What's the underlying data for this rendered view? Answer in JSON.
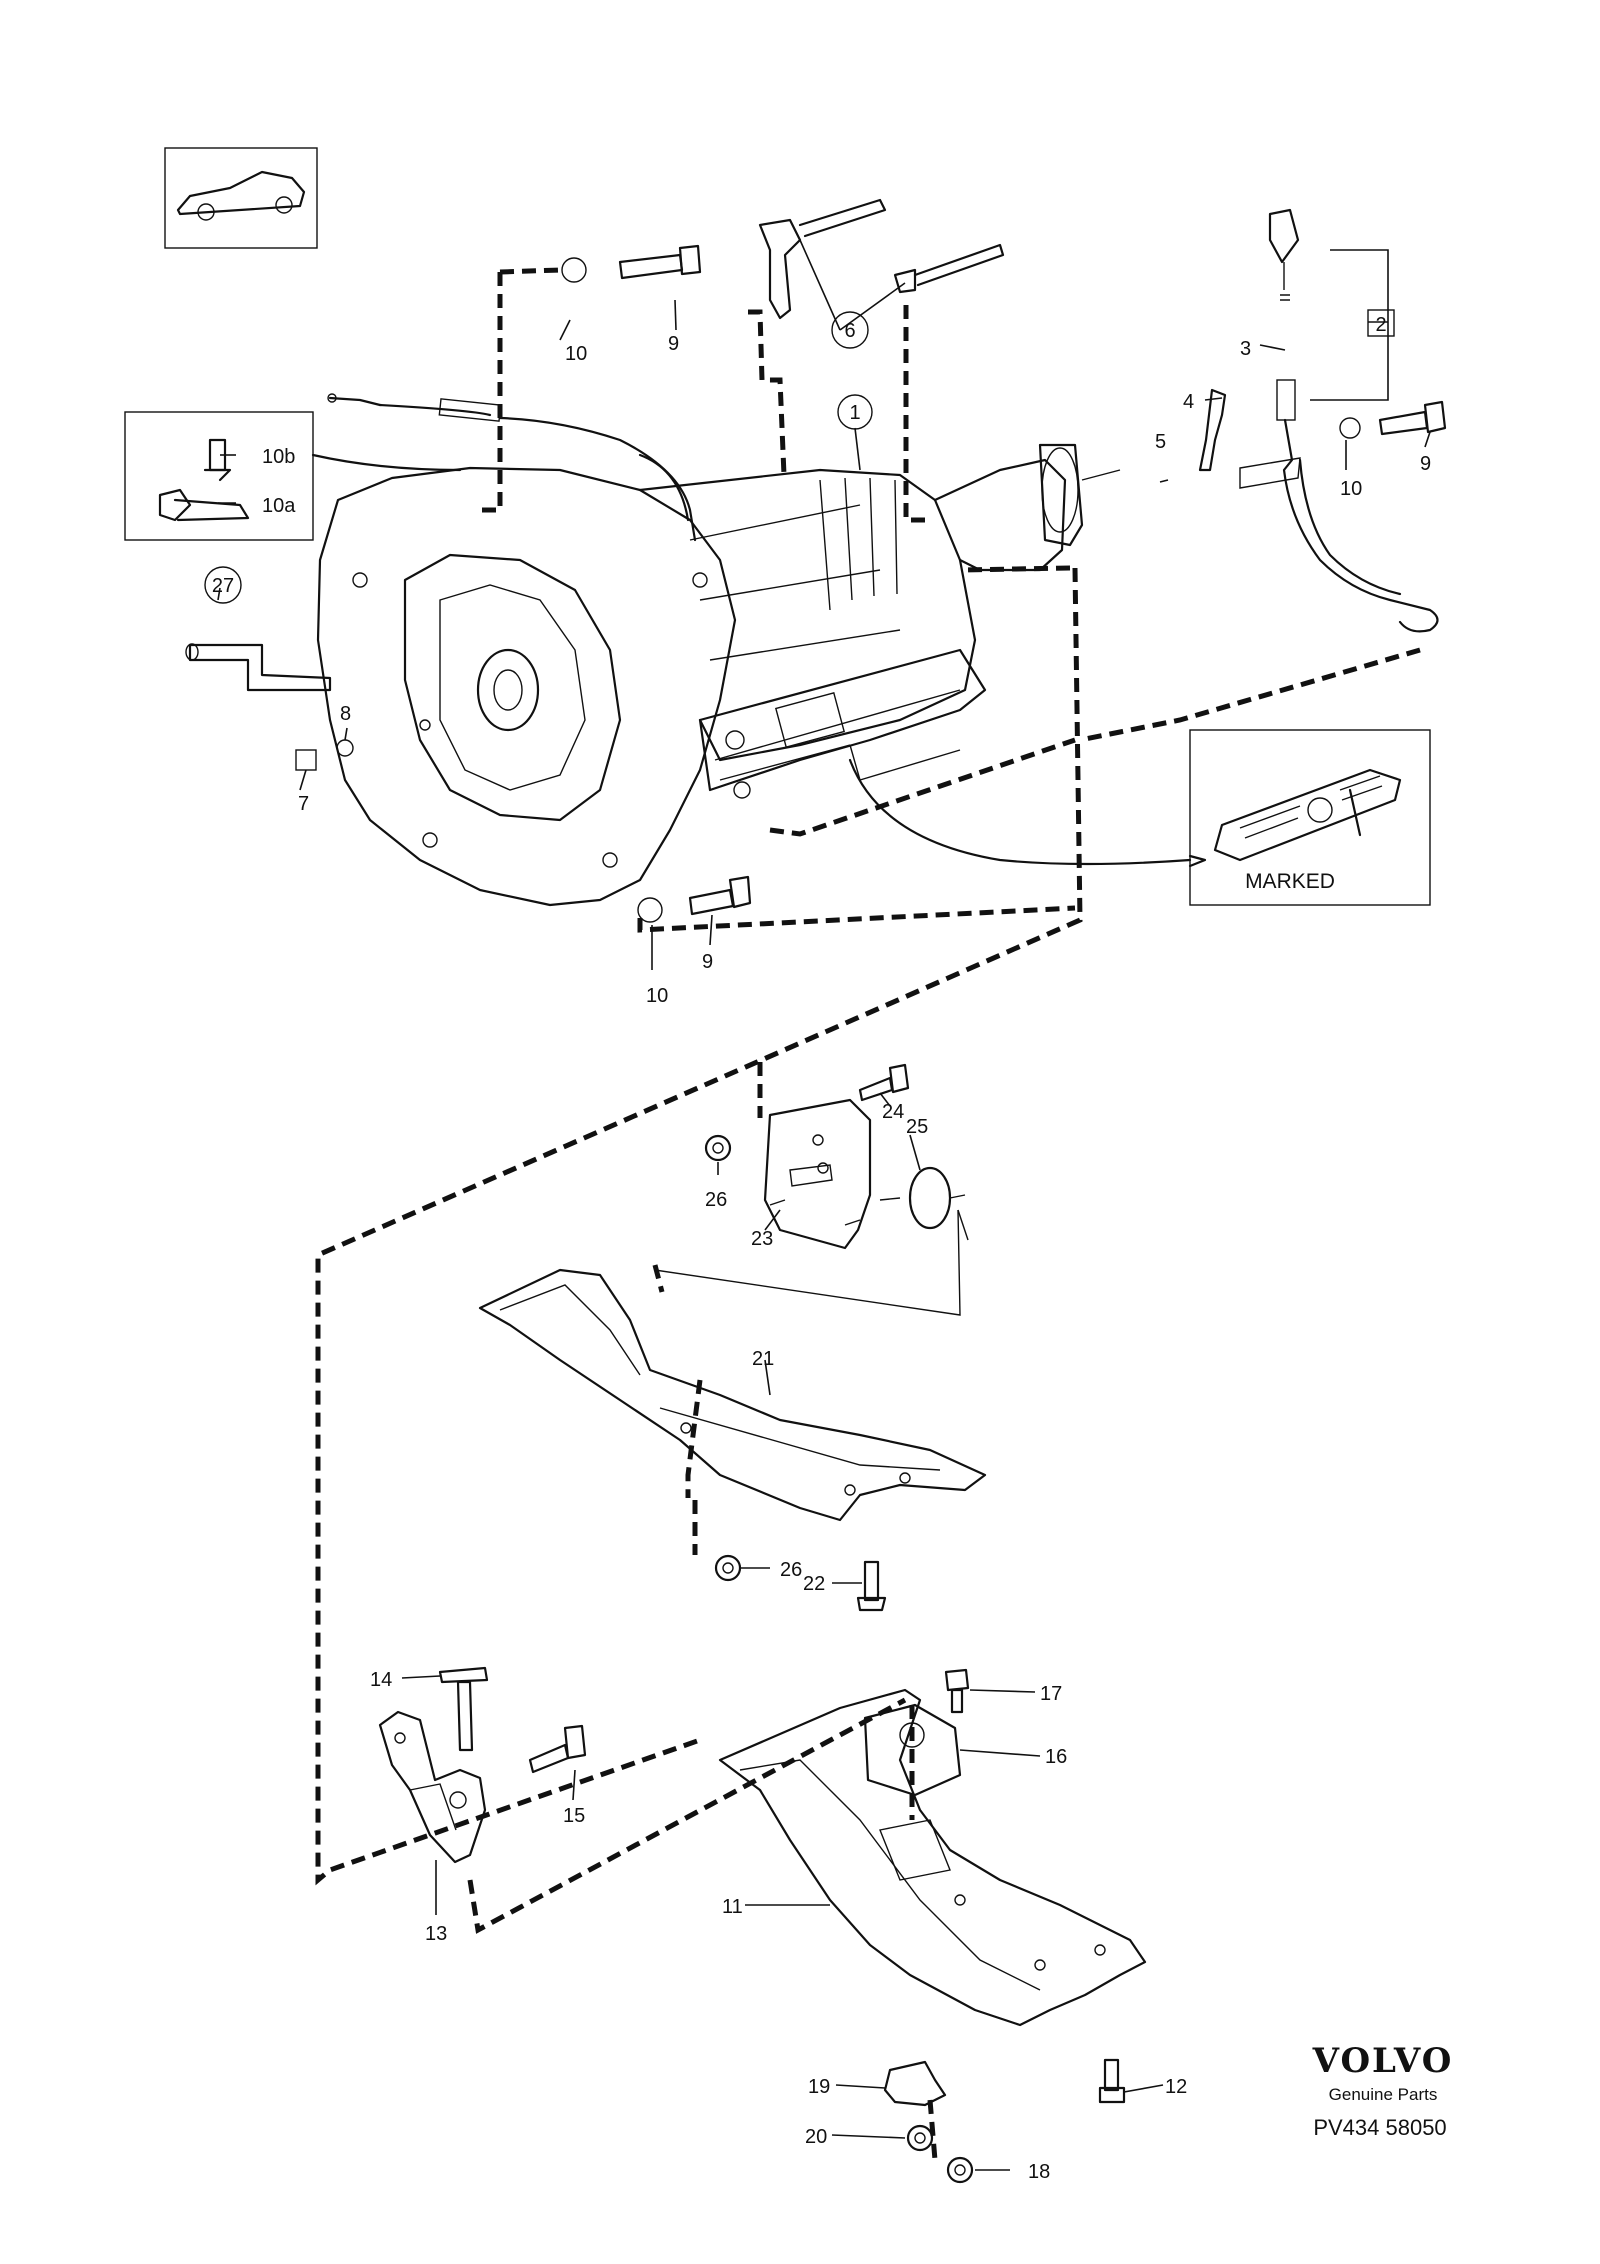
{
  "labels": {
    "l1": "1",
    "l2": "2",
    "l3": "3",
    "l4": "4",
    "l5": "5",
    "l6": "6",
    "l7": "7",
    "l8": "8",
    "l9a": "9",
    "l9b": "9",
    "l9c": "9",
    "l10a": "10",
    "l10b": "10",
    "l10c": "10",
    "l10sa": "10a",
    "l10sb": "10b",
    "l11": "11",
    "l12": "12",
    "l13": "13",
    "l14": "14",
    "l15": "15",
    "l16": "16",
    "l17": "17",
    "l18": "18",
    "l19": "19",
    "l20": "20",
    "l21": "21",
    "l22": "22",
    "l23": "23",
    "l24": "24",
    "l25": "25",
    "l26a": "26",
    "l26b": "26",
    "l27": "27"
  },
  "marked_label": "MARKED",
  "brand": {
    "name": "VOLVO",
    "subtitle": "Genuine Parts",
    "code": "PV434 58050"
  }
}
